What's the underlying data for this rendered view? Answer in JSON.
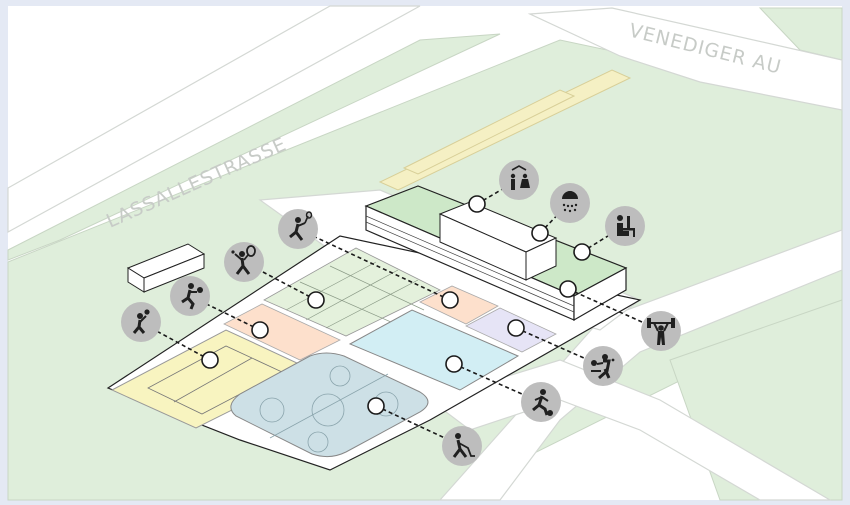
{
  "streets": {
    "lassallestrasse": "LASSALLESTRASSE",
    "venediger_au": "VENEDIGER AU"
  },
  "activities": [
    {
      "key": "wardrobe-restroom",
      "icon": "hanger-restroom-icon"
    },
    {
      "key": "showers",
      "icon": "shower-icon"
    },
    {
      "key": "office",
      "icon": "desk-worker-icon"
    },
    {
      "key": "fitness",
      "icon": "weightlifting-icon"
    },
    {
      "key": "table-tennis",
      "icon": "table-tennis-icon"
    },
    {
      "key": "football",
      "icon": "soccer-player-icon"
    },
    {
      "key": "ice-hockey",
      "icon": "hockey-player-icon"
    },
    {
      "key": "beach-volleyball",
      "icon": "volleyball-player-icon"
    },
    {
      "key": "basketball",
      "icon": "basketball-player-icon"
    },
    {
      "key": "tennis",
      "icon": "tennis-player-icon"
    },
    {
      "key": "badminton",
      "icon": "badminton-player-icon"
    }
  ],
  "colors": {
    "background": "#e4e9f4",
    "paper": "#ffffff",
    "green_area": "#dfeedb",
    "building_roof": "#cde8c8",
    "beach_court": "#f8f4c0",
    "ice_rink": "#cde0e6",
    "pool_court": "#d2eef4",
    "orange_court": "#fde0cc",
    "lavender_court": "#e6e4f6",
    "tennis_court": "#e4f1dc",
    "sand_strip": "#f5f0c4",
    "icon_disc": "#bdbdbd",
    "icon_glyph": "#202020"
  }
}
